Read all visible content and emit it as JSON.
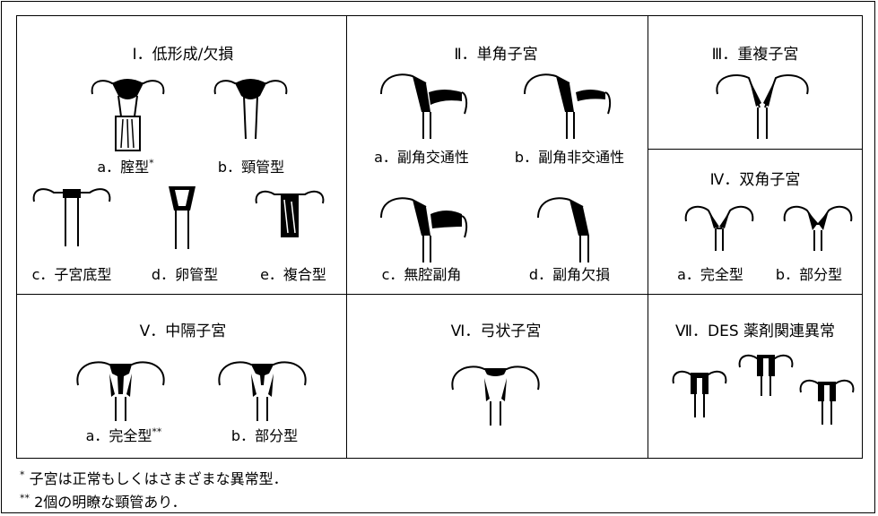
{
  "sections": {
    "s1": {
      "title": "Ⅰ．低形成/欠損",
      "labels": [
        "a．腟型",
        "b．頸管型",
        "c．子宮底型",
        "d．卵管型",
        "e．複合型"
      ],
      "mark_a": "*"
    },
    "s2": {
      "title": "Ⅱ．単角子宮",
      "labels": [
        "a．副角交通性",
        "b．副角非交通性",
        "c．無腔副角",
        "d．副角欠損"
      ]
    },
    "s3": {
      "title": "Ⅲ．重複子宮"
    },
    "s4": {
      "title": "Ⅳ．双角子宮",
      "labels": [
        "a．完全型",
        "b．部分型"
      ]
    },
    "s5": {
      "title": "Ⅴ．中隔子宮",
      "labels": [
        "a．完全型",
        "b．部分型"
      ],
      "mark_a": "**"
    },
    "s6": {
      "title": "Ⅵ．弓状子宮"
    },
    "s7": {
      "title": "Ⅶ．DES 薬剤関連異常"
    }
  },
  "footnotes": [
    {
      "mark": "*",
      "text": "子宮は正常もしくはさまざまな異常型．"
    },
    {
      "mark": "**",
      "text": "2個の明瞭な頸管あり．"
    }
  ]
}
